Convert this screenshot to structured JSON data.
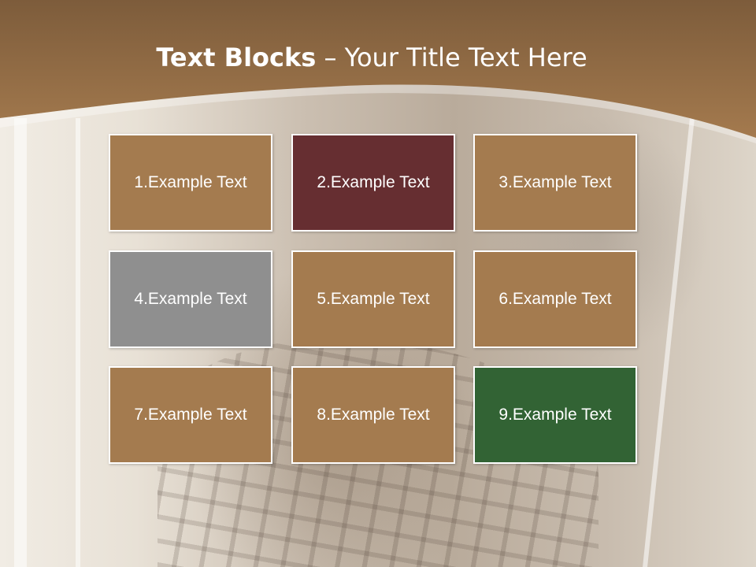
{
  "slide": {
    "title_bold": "Text Blocks",
    "title_dash": " – ",
    "title_rest": "Your Title Text Here"
  },
  "colors": {
    "header": "#8c6a45",
    "brown": "#a47b4f",
    "maroon": "#662e31",
    "gray": "#8f8f8f",
    "green": "#326334"
  },
  "blocks": [
    {
      "label": "1.Example Text",
      "color": "#a47b4f"
    },
    {
      "label": "2.Example Text",
      "color": "#662e31"
    },
    {
      "label": "3.Example Text",
      "color": "#a47b4f"
    },
    {
      "label": "4.Example Text",
      "color": "#8f8f8f"
    },
    {
      "label": "5.Example Text",
      "color": "#a47b4f"
    },
    {
      "label": "6.Example Text",
      "color": "#a47b4f"
    },
    {
      "label": "7.Example Text",
      "color": "#a47b4f"
    },
    {
      "label": "8.Example Text",
      "color": "#a47b4f"
    },
    {
      "label": "9.Example Text",
      "color": "#326334"
    }
  ]
}
